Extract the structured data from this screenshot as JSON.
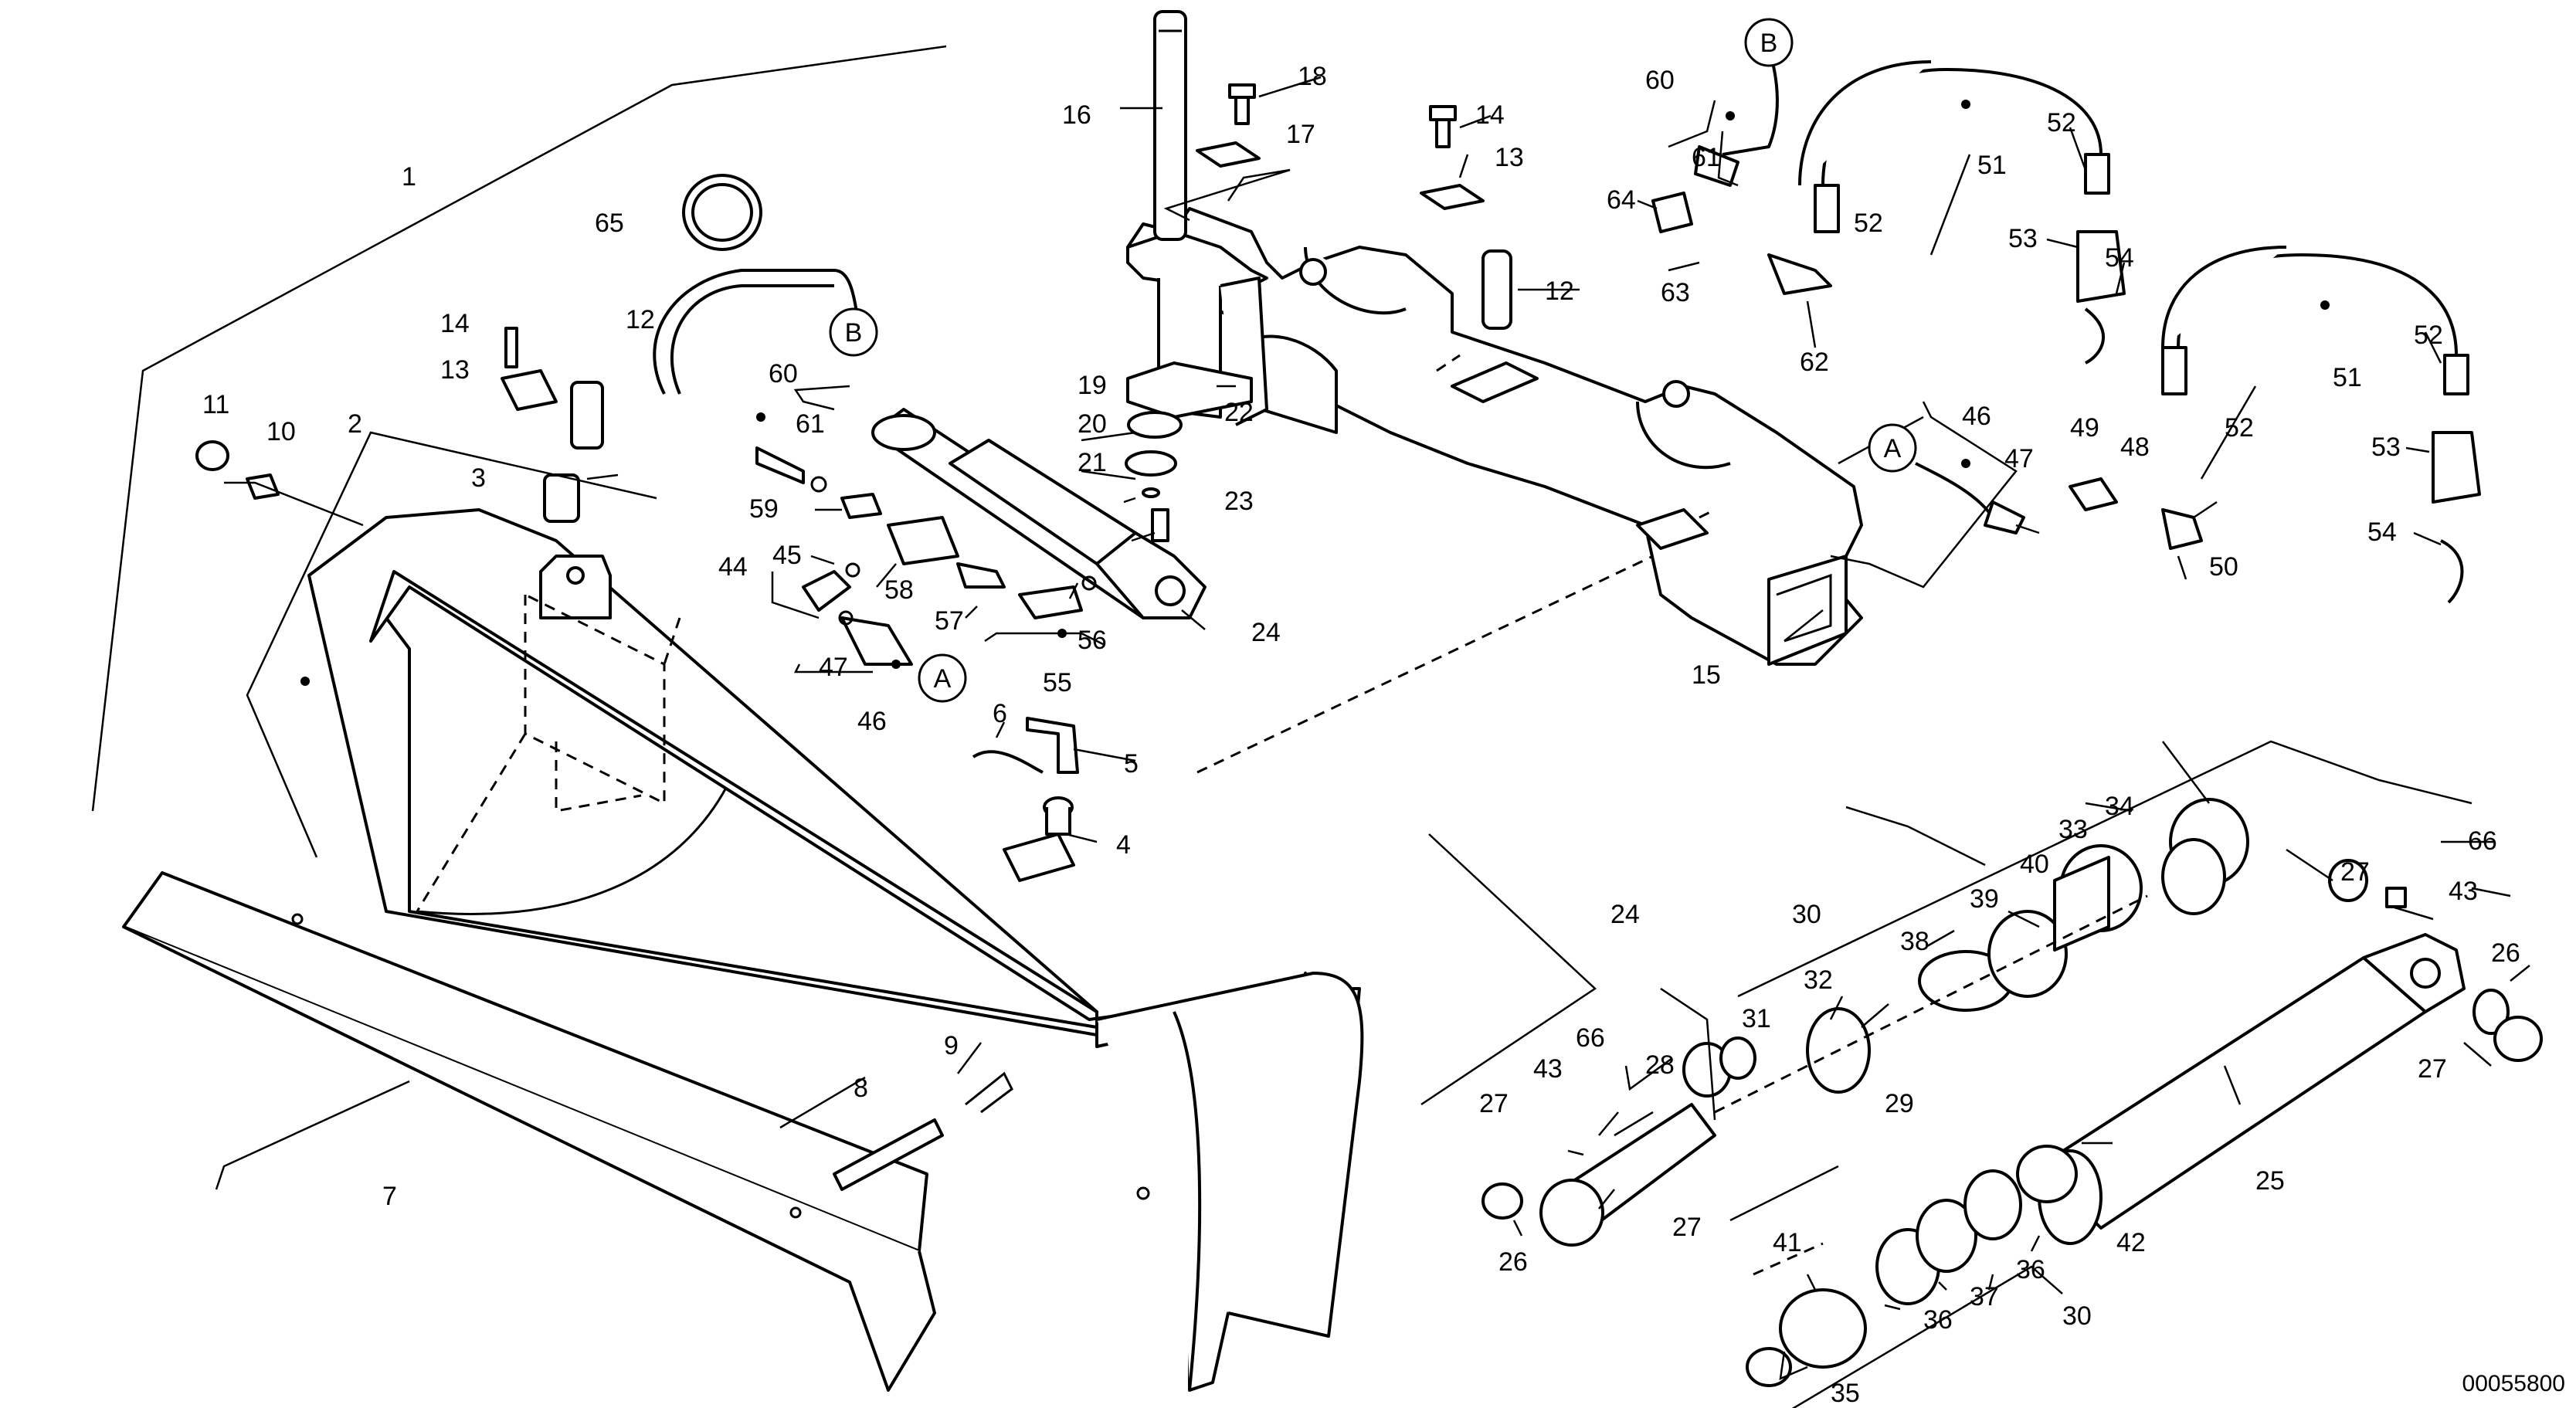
{
  "figure": {
    "document_number": "00055800",
    "connector_marks": [
      "A",
      "B"
    ],
    "callouts": {
      "n1": "1",
      "n2": "2",
      "n3": "3",
      "n4": "4",
      "n5": "5",
      "n6": "6",
      "n7": "7",
      "n8": "8",
      "n9": "9",
      "n10": "10",
      "n11": "11",
      "n12": "12",
      "n13": "13",
      "n14": "14",
      "n15": "15",
      "n16": "16",
      "n17": "17",
      "n18": "18",
      "n19": "19",
      "n20": "20",
      "n21": "21",
      "n22": "22",
      "n23": "23",
      "n24": "24",
      "n25": "25",
      "n26": "26",
      "n27": "27",
      "n28": "28",
      "n29": "29",
      "n30": "30",
      "n31": "31",
      "n32": "32",
      "n33": "33",
      "n34": "34",
      "n35": "35",
      "n36": "36",
      "n37": "37",
      "n38": "38",
      "n39": "39",
      "n40": "40",
      "n41": "41",
      "n42": "42",
      "n43": "43",
      "n44": "44",
      "n45": "45",
      "n46": "46",
      "n47": "47",
      "n48": "48",
      "n49": "49",
      "n50": "50",
      "n51": "51",
      "n52": "52",
      "n53": "53",
      "n54": "54",
      "n55": "55",
      "n56": "56",
      "n57": "57",
      "n58": "58",
      "n59": "59",
      "n60": "60",
      "n61": "61",
      "n62": "62",
      "n63": "63",
      "n64": "64",
      "n65": "65",
      "n66": "66"
    }
  }
}
